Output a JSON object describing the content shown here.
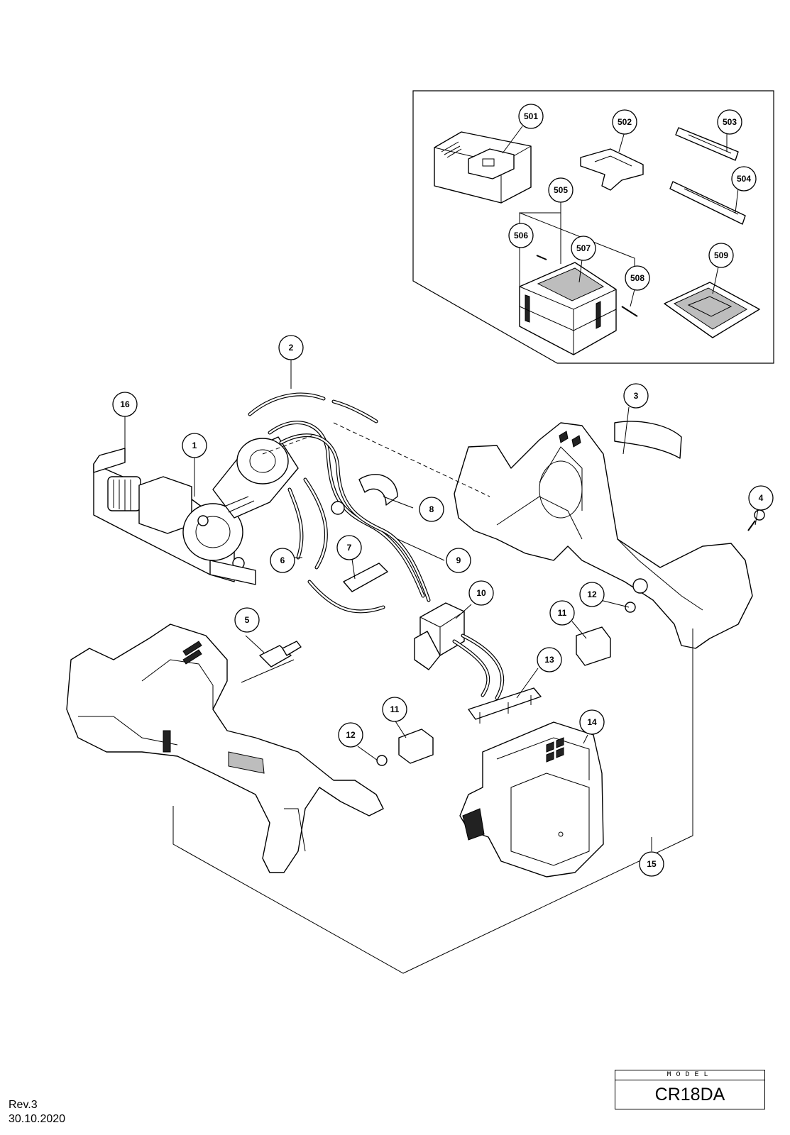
{
  "model": {
    "label": "MODEL",
    "value": "CR18DA"
  },
  "revision": "Rev.3",
  "date": "30.10.2020",
  "callouts": {
    "c501": "501",
    "c502": "502",
    "c503": "503",
    "c504": "504",
    "c505": "505",
    "c506": "506",
    "c507": "507",
    "c508": "508",
    "c509": "509",
    "c1": "1",
    "c2": "2",
    "c3": "3",
    "c4": "4",
    "c5": "5",
    "c6": "6",
    "c7": "7",
    "c8": "8",
    "c9": "9",
    "c10": "10",
    "c11a": "11",
    "c11b": "11",
    "c12a": "12",
    "c12b": "12",
    "c13": "13",
    "c14": "14",
    "c15": "15",
    "c16": "16"
  }
}
